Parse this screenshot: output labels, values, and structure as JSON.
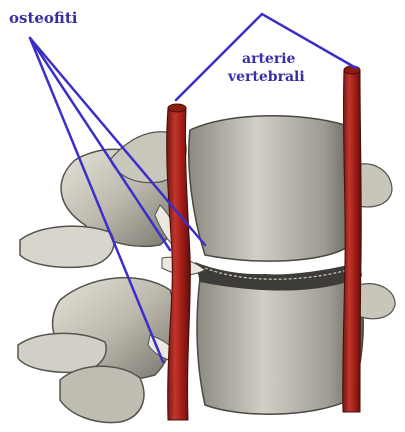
{
  "labels": {
    "osteophytes": "osteofiti",
    "arteries_line1": "arterie",
    "arteries_line2": "vertebrali"
  },
  "colors": {
    "label_text": "#3a2ea6",
    "pointer_lines": "#3b2fc9",
    "artery": "#a8201a",
    "bone_light": "#d6d3c9",
    "bone_shadow": "#5c5a55"
  }
}
